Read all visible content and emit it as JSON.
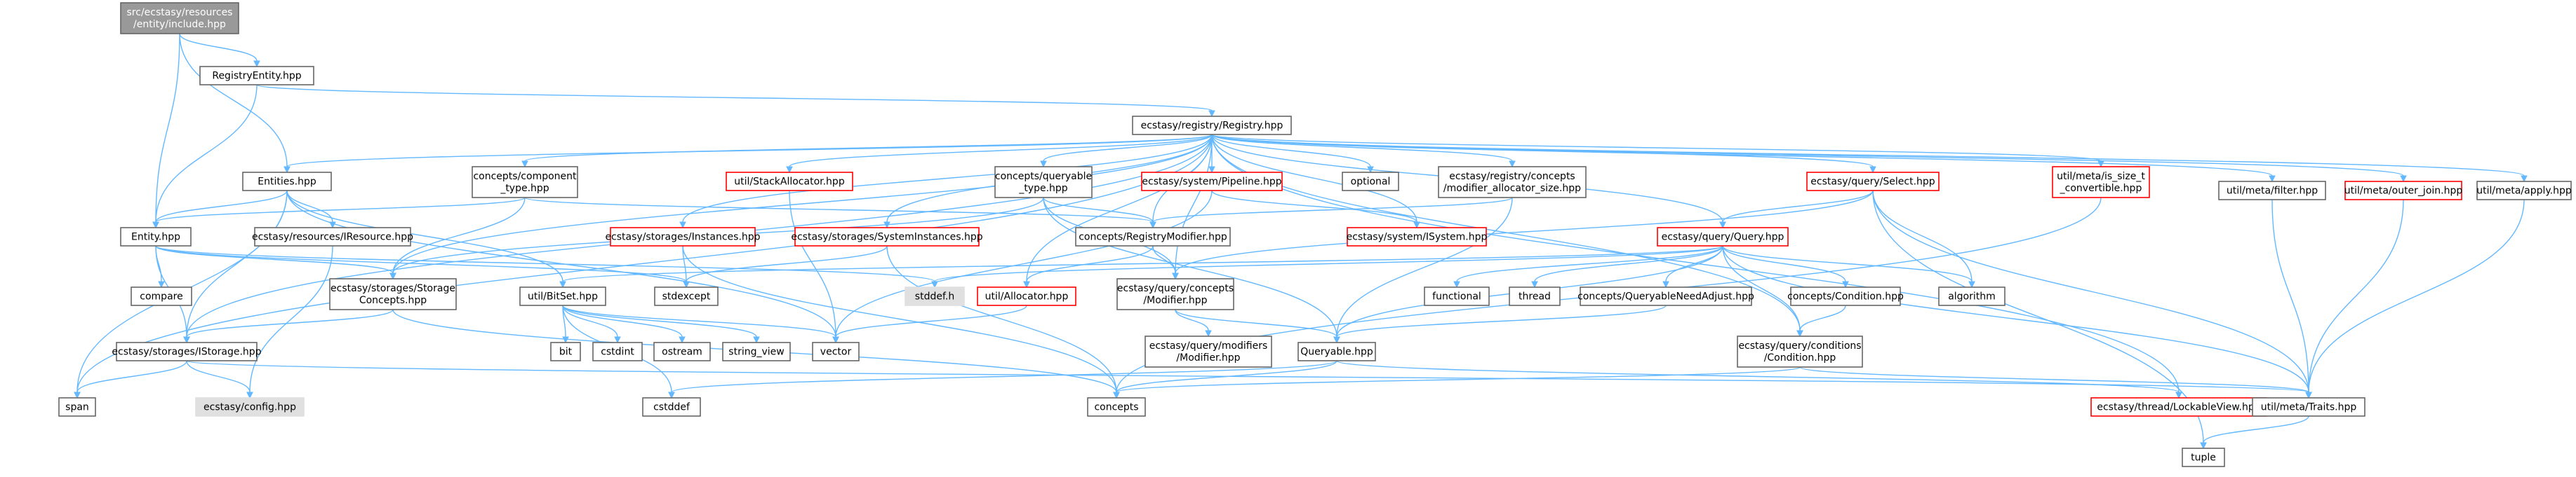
{
  "colors": {
    "edge": "#63b8ff",
    "node_border": "#666666",
    "missing_border": "#ff0000",
    "root_fill": "#999999",
    "system_fill": "#e0e0e0",
    "node_fill": "#ffffff"
  },
  "nodes": [
    {
      "id": "root",
      "lines": [
        "src/ecstasy/resources",
        "/entity/include.hpp"
      ],
      "kind": "root"
    },
    {
      "id": "regentity",
      "lines": [
        "RegistryEntity.hpp"
      ],
      "kind": "normal"
    },
    {
      "id": "registry",
      "lines": [
        "ecstasy/registry/Registry.hpp"
      ],
      "kind": "normal"
    },
    {
      "id": "entities",
      "lines": [
        "Entities.hpp"
      ],
      "kind": "normal"
    },
    {
      "id": "entity",
      "lines": [
        "Entity.hpp"
      ],
      "kind": "normal"
    },
    {
      "id": "compcomponent",
      "lines": [
        "concepts/component",
        "_type.hpp"
      ],
      "kind": "normal"
    },
    {
      "id": "stackalloc",
      "lines": [
        "util/StackAllocator.hpp"
      ],
      "kind": "missing"
    },
    {
      "id": "queryable_type",
      "lines": [
        "concepts/queryable",
        "_type.hpp"
      ],
      "kind": "normal"
    },
    {
      "id": "pipeline",
      "lines": [
        "ecstasy/system/Pipeline.hpp"
      ],
      "kind": "missing"
    },
    {
      "id": "optional",
      "lines": [
        "optional"
      ],
      "kind": "normal"
    },
    {
      "id": "modalloc",
      "lines": [
        "ecstasy/registry/concepts",
        "/modifier_allocator_size.hpp"
      ],
      "kind": "normal"
    },
    {
      "id": "select",
      "lines": [
        "ecstasy/query/Select.hpp"
      ],
      "kind": "missing"
    },
    {
      "id": "issizet",
      "lines": [
        "util/meta/is_size_t",
        "_convertible.hpp"
      ],
      "kind": "missing"
    },
    {
      "id": "filter",
      "lines": [
        "util/meta/filter.hpp"
      ],
      "kind": "normal"
    },
    {
      "id": "outerjoin",
      "lines": [
        "util/meta/outer_join.hpp"
      ],
      "kind": "missing"
    },
    {
      "id": "apply",
      "lines": [
        "util/meta/apply.hpp"
      ],
      "kind": "normal"
    },
    {
      "id": "iresource",
      "lines": [
        "ecstasy/resources/IResource.hpp"
      ],
      "kind": "normal"
    },
    {
      "id": "instances",
      "lines": [
        "ecstasy/storages/Instances.hpp"
      ],
      "kind": "missing"
    },
    {
      "id": "sysinstances",
      "lines": [
        "ecstasy/storages/SystemInstances.hpp"
      ],
      "kind": "missing"
    },
    {
      "id": "regmodifier",
      "lines": [
        "concepts/RegistryModifier.hpp"
      ],
      "kind": "normal"
    },
    {
      "id": "isystem",
      "lines": [
        "ecstasy/system/ISystem.hpp"
      ],
      "kind": "missing"
    },
    {
      "id": "query",
      "lines": [
        "ecstasy/query/Query.hpp"
      ],
      "kind": "missing"
    },
    {
      "id": "compare",
      "lines": [
        "compare"
      ],
      "kind": "normal"
    },
    {
      "id": "storageconcepts",
      "lines": [
        "ecstasy/storages/Storage",
        "Concepts.hpp"
      ],
      "kind": "normal"
    },
    {
      "id": "bitset",
      "lines": [
        "util/BitSet.hpp"
      ],
      "kind": "normal"
    },
    {
      "id": "stdexcept",
      "lines": [
        "stdexcept"
      ],
      "kind": "normal"
    },
    {
      "id": "stddefh",
      "lines": [
        "stddef.h"
      ],
      "kind": "system"
    },
    {
      "id": "allocator",
      "lines": [
        "util/Allocator.hpp"
      ],
      "kind": "missing"
    },
    {
      "id": "qconceptsmod",
      "lines": [
        "ecstasy/query/concepts",
        "/Modifier.hpp"
      ],
      "kind": "normal"
    },
    {
      "id": "functional",
      "lines": [
        "functional"
      ],
      "kind": "normal"
    },
    {
      "id": "thread",
      "lines": [
        "thread"
      ],
      "kind": "normal"
    },
    {
      "id": "needadjust",
      "lines": [
        "concepts/QueryableNeedAdjust.hpp"
      ],
      "kind": "normal"
    },
    {
      "id": "conccondition",
      "lines": [
        "concepts/Condition.hpp"
      ],
      "kind": "normal"
    },
    {
      "id": "algorithm",
      "lines": [
        "algorithm"
      ],
      "kind": "normal"
    },
    {
      "id": "istorage",
      "lines": [
        "ecstasy/storages/IStorage.hpp"
      ],
      "kind": "normal"
    },
    {
      "id": "bit",
      "lines": [
        "bit"
      ],
      "kind": "normal"
    },
    {
      "id": "cstdint",
      "lines": [
        "cstdint"
      ],
      "kind": "normal"
    },
    {
      "id": "ostream",
      "lines": [
        "ostream"
      ],
      "kind": "normal"
    },
    {
      "id": "stringview",
      "lines": [
        "string_view"
      ],
      "kind": "normal"
    },
    {
      "id": "vector",
      "lines": [
        "vector"
      ],
      "kind": "normal"
    },
    {
      "id": "qmodmodifier",
      "lines": [
        "ecstasy/query/modifiers",
        "/Modifier.hpp"
      ],
      "kind": "normal"
    },
    {
      "id": "queryable",
      "lines": [
        "Queryable.hpp"
      ],
      "kind": "normal"
    },
    {
      "id": "qcondition",
      "lines": [
        "ecstasy/query/conditions",
        "/Condition.hpp"
      ],
      "kind": "normal"
    },
    {
      "id": "span",
      "lines": [
        "span"
      ],
      "kind": "normal"
    },
    {
      "id": "config",
      "lines": [
        "ecstasy/config.hpp"
      ],
      "kind": "system"
    },
    {
      "id": "cstddef",
      "lines": [
        "cstddef"
      ],
      "kind": "normal"
    },
    {
      "id": "concepts",
      "lines": [
        "concepts"
      ],
      "kind": "normal"
    },
    {
      "id": "lockable",
      "lines": [
        "ecstasy/thread/LockableView.hpp"
      ],
      "kind": "missing"
    },
    {
      "id": "traits",
      "lines": [
        "util/meta/Traits.hpp"
      ],
      "kind": "normal"
    },
    {
      "id": "tuple",
      "lines": [
        "tuple"
      ],
      "kind": "normal"
    }
  ],
  "edges": [
    [
      "root",
      "regentity"
    ],
    [
      "root",
      "entities"
    ],
    [
      "root",
      "entity"
    ],
    [
      "regentity",
      "registry"
    ],
    [
      "regentity",
      "entity"
    ],
    [
      "registry",
      "entities"
    ],
    [
      "registry",
      "compcomponent"
    ],
    [
      "registry",
      "stackalloc"
    ],
    [
      "registry",
      "queryable_type"
    ],
    [
      "registry",
      "pipeline"
    ],
    [
      "registry",
      "optional"
    ],
    [
      "registry",
      "modalloc"
    ],
    [
      "registry",
      "select"
    ],
    [
      "registry",
      "issizet"
    ],
    [
      "registry",
      "filter"
    ],
    [
      "registry",
      "outerjoin"
    ],
    [
      "registry",
      "apply"
    ],
    [
      "registry",
      "instances"
    ],
    [
      "registry",
      "sysinstances"
    ],
    [
      "registry",
      "regmodifier"
    ],
    [
      "registry",
      "isystem"
    ],
    [
      "registry",
      "query"
    ],
    [
      "registry",
      "storageconcepts"
    ],
    [
      "registry",
      "allocator"
    ],
    [
      "registry",
      "istorage"
    ],
    [
      "registry",
      "qconceptsmod"
    ],
    [
      "registry",
      "qcondition"
    ],
    [
      "registry",
      "lockable"
    ],
    [
      "registry",
      "span"
    ],
    [
      "entities",
      "entity"
    ],
    [
      "entities",
      "iresource"
    ],
    [
      "entities",
      "bitset"
    ],
    [
      "entities",
      "istorage"
    ],
    [
      "entities",
      "span"
    ],
    [
      "entities",
      "vector"
    ],
    [
      "entity",
      "compare"
    ],
    [
      "entity",
      "storageconcepts"
    ],
    [
      "entity",
      "istorage"
    ],
    [
      "entity",
      "stdexcept"
    ],
    [
      "entity",
      "stddefh"
    ],
    [
      "compcomponent",
      "entity"
    ],
    [
      "compcomponent",
      "storageconcepts"
    ],
    [
      "compcomponent",
      "regmodifier"
    ],
    [
      "stackalloc",
      "vector"
    ],
    [
      "queryable_type",
      "storageconcepts"
    ],
    [
      "queryable_type",
      "queryable"
    ],
    [
      "queryable_type",
      "qconceptsmod"
    ],
    [
      "queryable_type",
      "regmodifier"
    ],
    [
      "pipeline",
      "isystem"
    ],
    [
      "pipeline",
      "vector"
    ],
    [
      "modalloc",
      "regmodifier"
    ],
    [
      "modalloc",
      "queryable"
    ],
    [
      "select",
      "query"
    ],
    [
      "select",
      "algorithm"
    ],
    [
      "select",
      "traits"
    ],
    [
      "select",
      "tuple"
    ],
    [
      "select",
      "qconceptsmod"
    ],
    [
      "issizet",
      "concepts"
    ],
    [
      "filter",
      "traits"
    ],
    [
      "outerjoin",
      "traits"
    ],
    [
      "apply",
      "traits"
    ],
    [
      "iresource",
      "config"
    ],
    [
      "instances",
      "stdexcept"
    ],
    [
      "instances",
      "concepts"
    ],
    [
      "sysinstances",
      "stdexcept"
    ],
    [
      "sysinstances",
      "concepts"
    ],
    [
      "regmodifier",
      "allocator"
    ],
    [
      "regmodifier",
      "qconceptsmod"
    ],
    [
      "query",
      "stddefh"
    ],
    [
      "query",
      "functional"
    ],
    [
      "query",
      "thread"
    ],
    [
      "query",
      "needadjust"
    ],
    [
      "query",
      "conccondition"
    ],
    [
      "query",
      "algorithm"
    ],
    [
      "query",
      "qcondition"
    ],
    [
      "query",
      "queryable"
    ],
    [
      "query",
      "bitset"
    ],
    [
      "query",
      "traits"
    ],
    [
      "storageconcepts",
      "istorage"
    ],
    [
      "storageconcepts",
      "concepts"
    ],
    [
      "bitset",
      "bit"
    ],
    [
      "bitset",
      "cstdint"
    ],
    [
      "bitset",
      "ostream"
    ],
    [
      "bitset",
      "stringview"
    ],
    [
      "bitset",
      "vector"
    ],
    [
      "bitset",
      "cstddef"
    ],
    [
      "allocator",
      "vector"
    ],
    [
      "qconceptsmod",
      "qmodmodifier"
    ],
    [
      "qconceptsmod",
      "queryable"
    ],
    [
      "needadjust",
      "queryable"
    ],
    [
      "conccondition",
      "qcondition"
    ],
    [
      "istorage",
      "span"
    ],
    [
      "istorage",
      "config"
    ],
    [
      "istorage",
      "traits"
    ],
    [
      "queryable",
      "concepts"
    ],
    [
      "queryable",
      "cstddef"
    ],
    [
      "queryable",
      "lockable"
    ],
    [
      "qcondition",
      "concepts"
    ],
    [
      "qcondition",
      "traits"
    ],
    [
      "traits",
      "tuple"
    ]
  ]
}
